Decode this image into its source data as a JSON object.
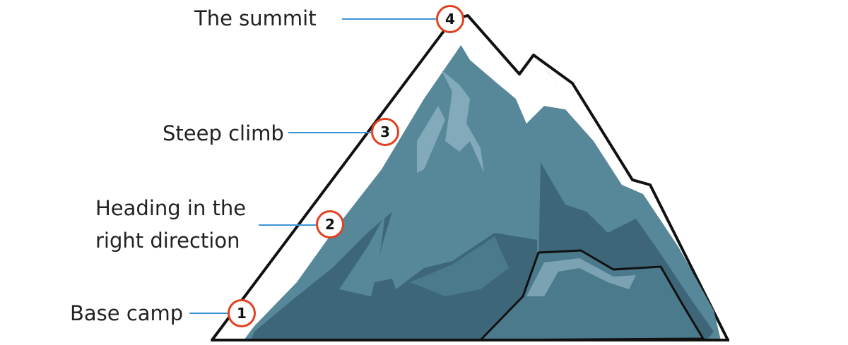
{
  "labels": {
    "summit": "The summit",
    "steep": "Steep climb",
    "heading_line1": "Heading in the",
    "heading_line2": "right direction",
    "base": "Base camp"
  },
  "markers": {
    "m1": "1",
    "m2": "2",
    "m3": "3",
    "m4": "4"
  },
  "colors": {
    "marker_ring": "#e2401f",
    "leader_line": "#3b93d4",
    "mountain_main": "#568899",
    "mountain_dark": "#3d6679",
    "snow": "#ffffff",
    "ice_highlight": "#9ec4d2"
  }
}
